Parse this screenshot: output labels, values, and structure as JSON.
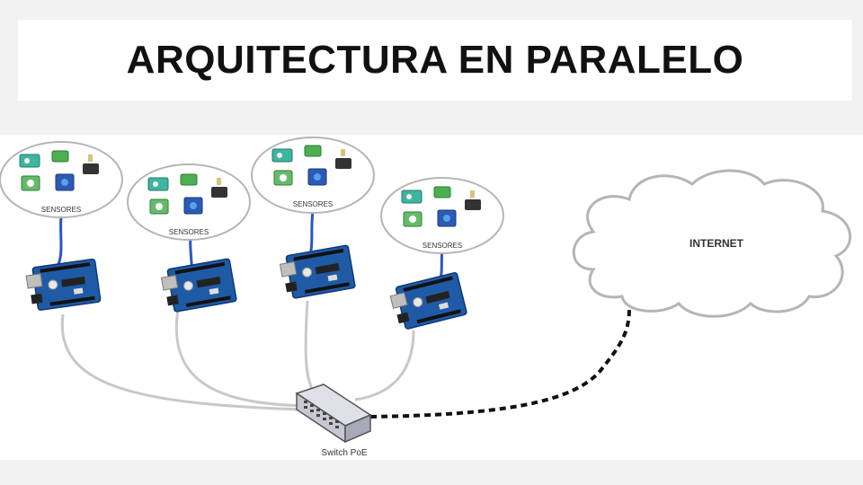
{
  "slide": {
    "title": "ARQUITECTURA EN PARALELO"
  },
  "diagram": {
    "sensor_groups": [
      {
        "label": "SENSORES"
      },
      {
        "label": "SENSORES"
      },
      {
        "label": "SENSORES"
      },
      {
        "label": "SENSORES"
      }
    ],
    "cloud": {
      "label": "INTERNET"
    },
    "switch": {
      "label": "Switch PoE"
    }
  },
  "colors": {
    "board": "#1f5aa6",
    "sensor_cable": "#2a55c8",
    "ethernet_cable": "#c8c8c8",
    "dashed_link": "#111111"
  }
}
